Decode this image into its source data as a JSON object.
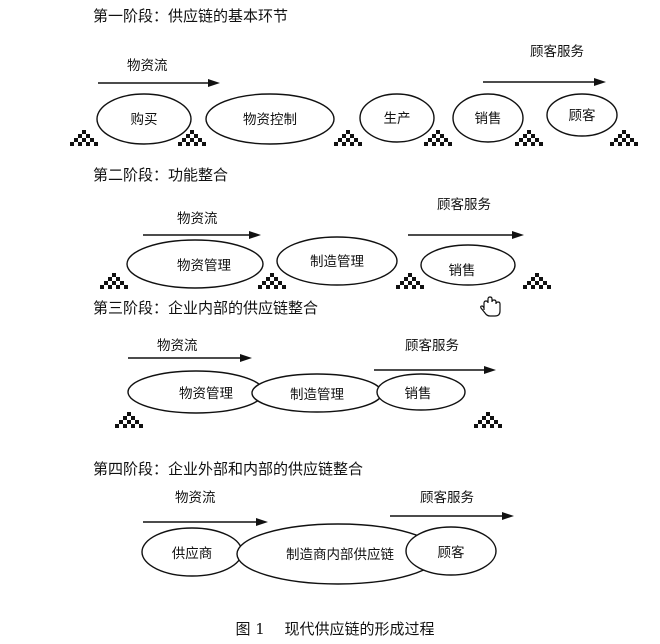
{
  "stages": [
    {
      "title": "第一阶段：供应链的基本环节",
      "flow_left": "物资流",
      "flow_right": "顾客服务",
      "nodes": [
        "购买",
        "物资控制",
        "生产",
        "销售",
        "顾客"
      ]
    },
    {
      "title": "第二阶段：功能整合",
      "flow_left": "物资流",
      "flow_right": "顾客服务",
      "nodes": [
        "物资管理",
        "制造管理",
        "销售"
      ]
    },
    {
      "title": "第三阶段：企业内部的供应链整合",
      "flow_left": "物资流",
      "flow_right": "顾客服务",
      "nodes": [
        "物资管理",
        "制造管理",
        "销售"
      ]
    },
    {
      "title": "第四阶段：企业外部和内部的供应链整合",
      "flow_left": "物资流",
      "flow_right": "顾客服务",
      "nodes": [
        "供应商",
        "制造商内部供应链",
        "顾客"
      ]
    }
  ],
  "caption": "图 1　 现代供应链的形成过程",
  "icons": [
    "stock-pile-icon",
    "hand-cursor-icon"
  ]
}
